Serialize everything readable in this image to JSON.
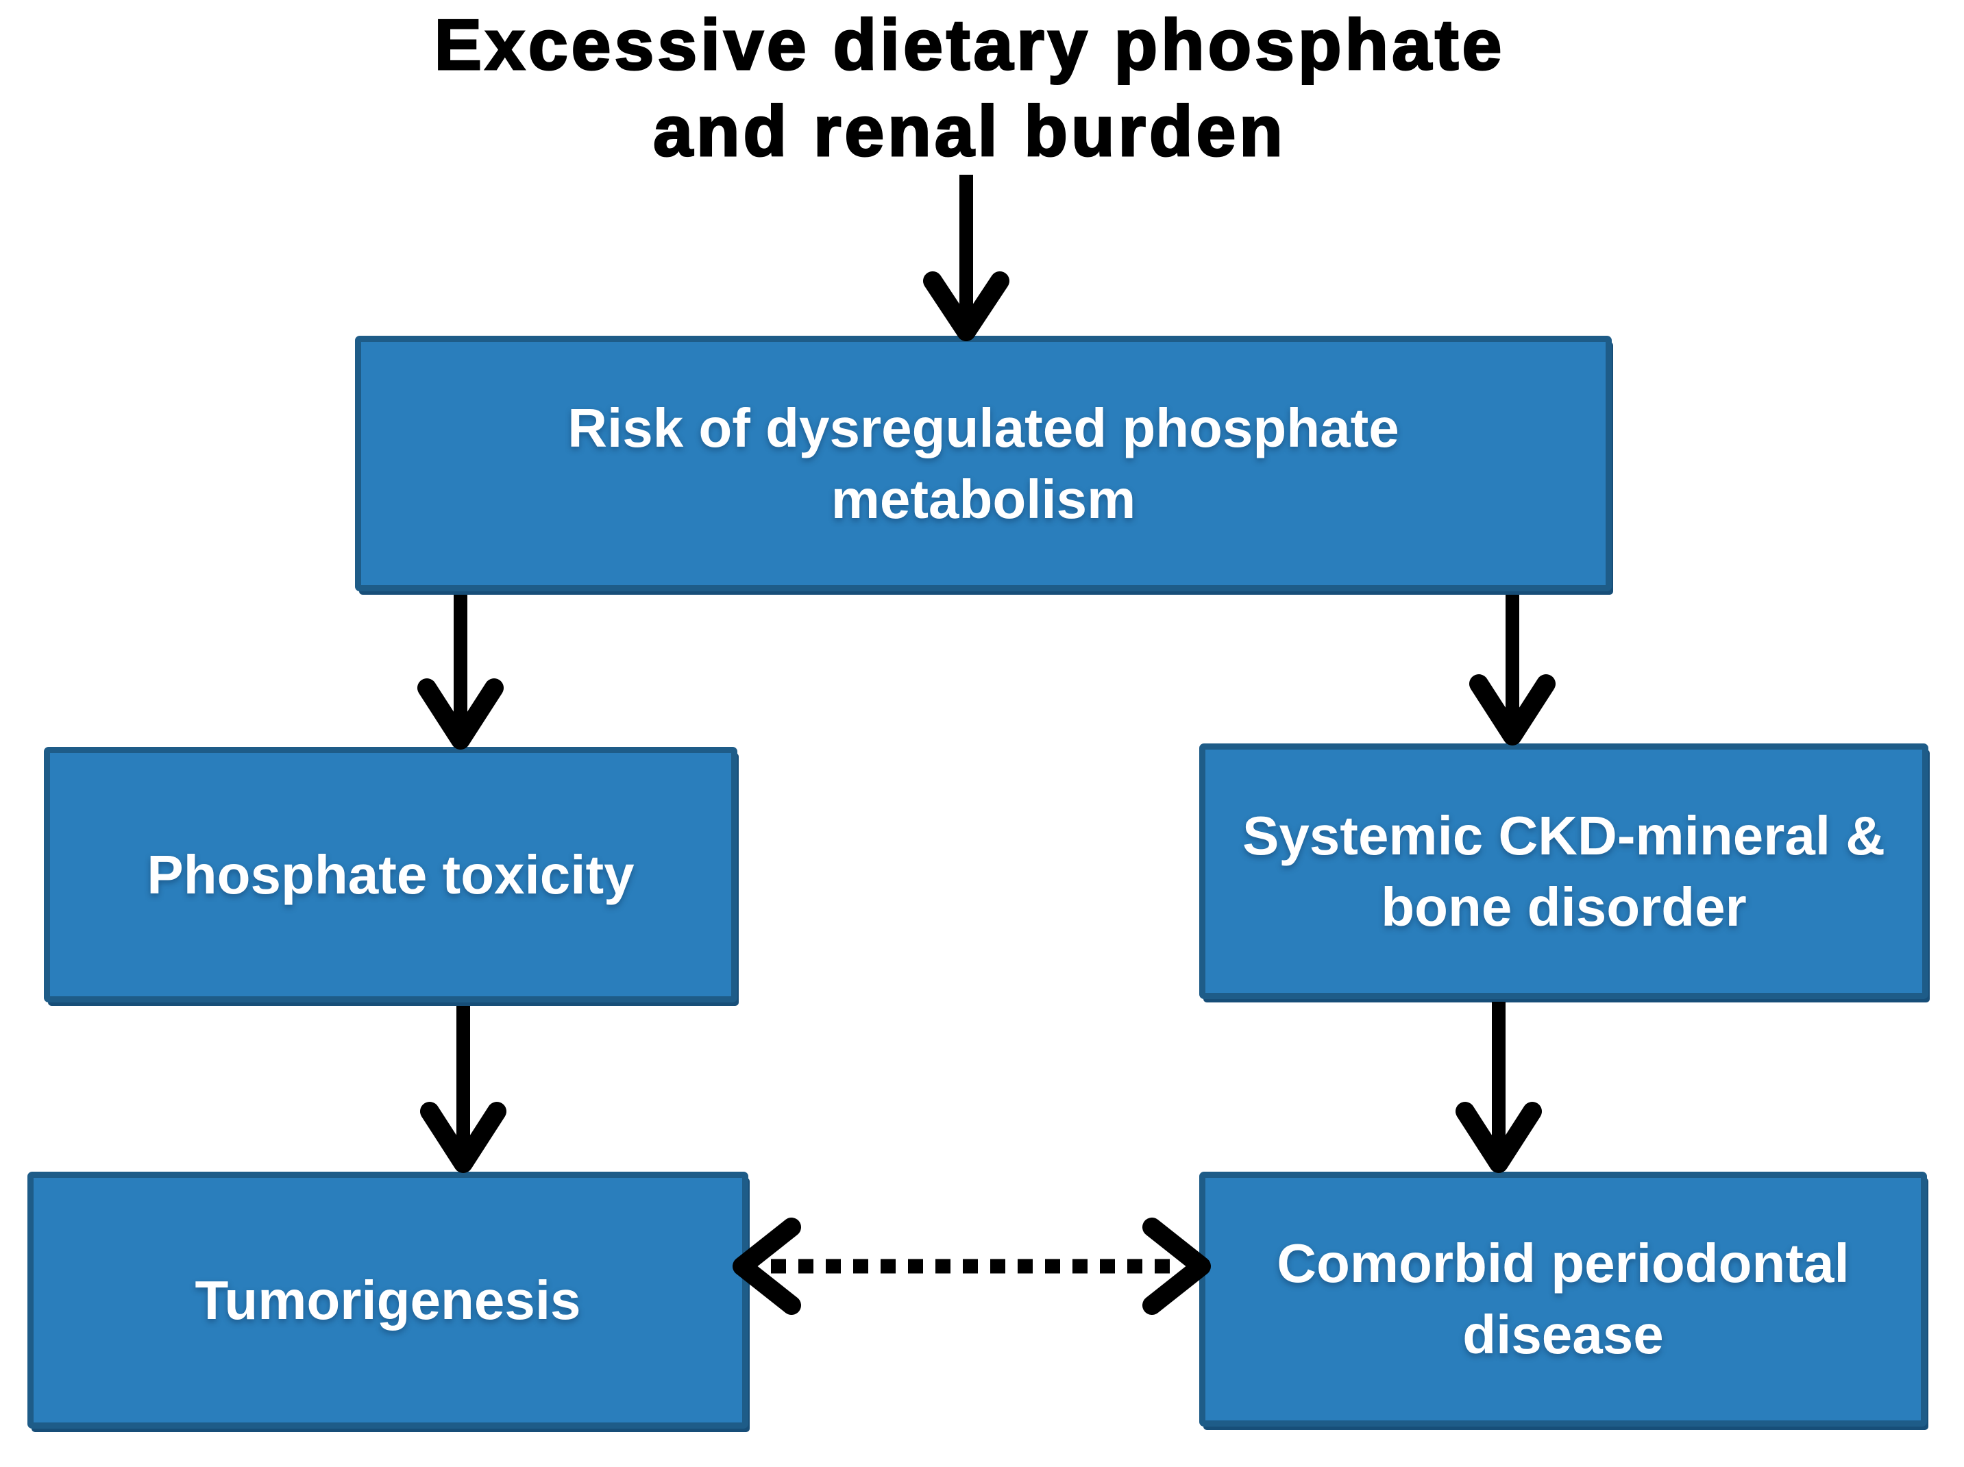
{
  "title": {
    "line1": "Excessive dietary phosphate",
    "line2": "and renal burden"
  },
  "nodes": {
    "risk": {
      "label": "Risk of dysregulated phosphate metabolism",
      "line1": "Risk of dysregulated phosphate",
      "line2": "metabolism"
    },
    "phosphate_toxicity": {
      "label": "Phosphate toxicity",
      "line1": "Phosphate toxicity"
    },
    "ckd_mbd": {
      "label": "Systemic CKD-mineral & bone disorder",
      "line1": "Systemic CKD-mineral &",
      "line2": "bone disorder"
    },
    "tumorigenesis": {
      "label": "Tumorigenesis",
      "line1": "Tumorigenesis"
    },
    "periodontal": {
      "label": "Comorbid periodontal disease",
      "line1": "Comorbid periodontal",
      "line2": "disease"
    }
  },
  "edges": [
    {
      "from": "Excessive dietary phosphate and renal burden",
      "to": "Risk of dysregulated phosphate metabolism",
      "style": "solid",
      "arrowheads": "end"
    },
    {
      "from": "Risk of dysregulated phosphate metabolism",
      "to": "Phosphate toxicity",
      "style": "solid",
      "arrowheads": "end"
    },
    {
      "from": "Risk of dysregulated phosphate metabolism",
      "to": "Systemic CKD-mineral & bone disorder",
      "style": "solid",
      "arrowheads": "end"
    },
    {
      "from": "Phosphate toxicity",
      "to": "Tumorigenesis",
      "style": "solid",
      "arrowheads": "end"
    },
    {
      "from": "Systemic CKD-mineral & bone disorder",
      "to": "Comorbid periodontal disease",
      "style": "solid",
      "arrowheads": "end"
    },
    {
      "from": "Tumorigenesis",
      "to": "Comorbid periodontal disease",
      "style": "dashed",
      "arrowheads": "both"
    }
  ],
  "colors": {
    "background": "#FFFFFF",
    "box_fill": "#2A7EBC",
    "box_border": "#1E5C88",
    "box_text": "#FFFFFF",
    "arrow": "#000000",
    "title_text": "#000000"
  }
}
